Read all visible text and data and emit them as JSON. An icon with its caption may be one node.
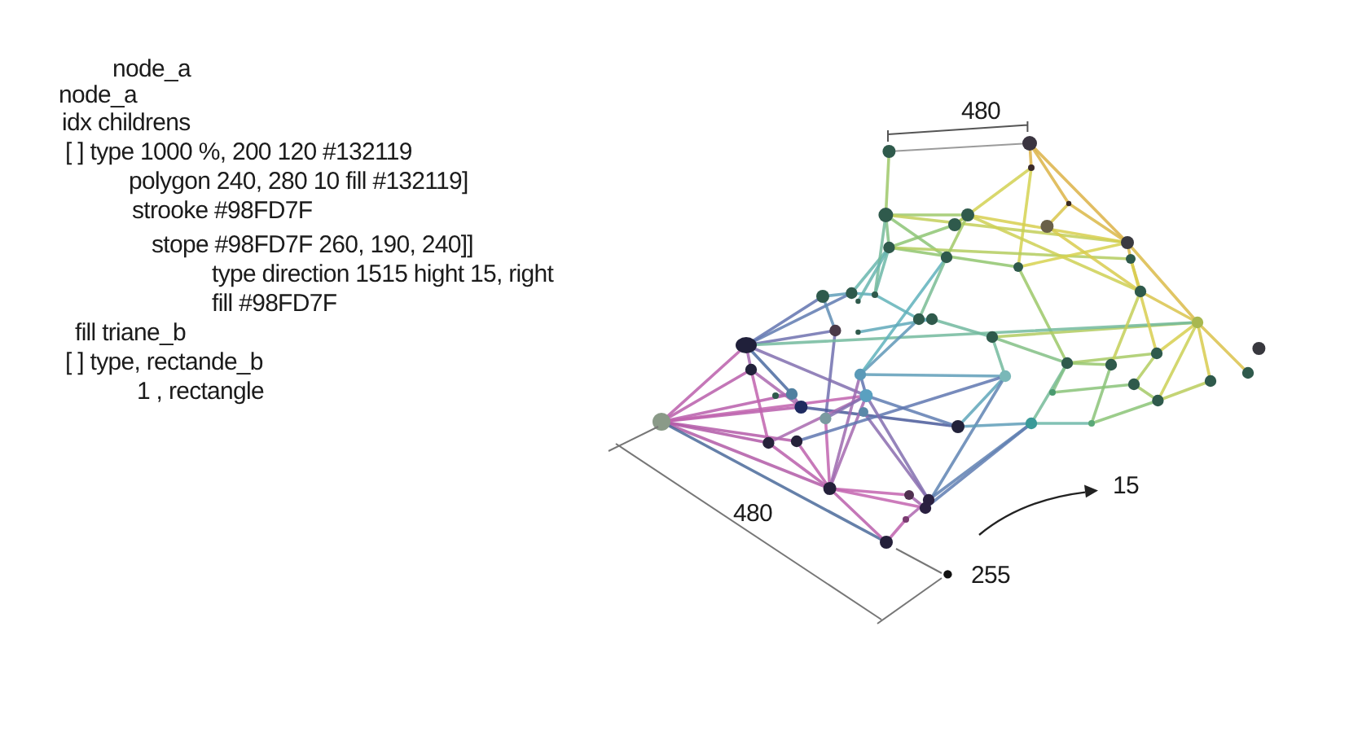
{
  "diagram": {
    "labels": [
      "node_a",
      "node_a",
      "idx childrens",
      "[ ] type 1000 %, 200 120 #132119",
      "polygon 240, 280 10 fill #132119]",
      "strooke #98FD7F",
      "stope #98FD7F 260, 190, 240]]",
      "type direction 1515 hight 15, right",
      "fill #98FD7F",
      "fill triane_b",
      "[ ] type, rectande_b",
      "1 , rectangle",
      "480",
      "15",
      "480",
      "255"
    ]
  }
}
